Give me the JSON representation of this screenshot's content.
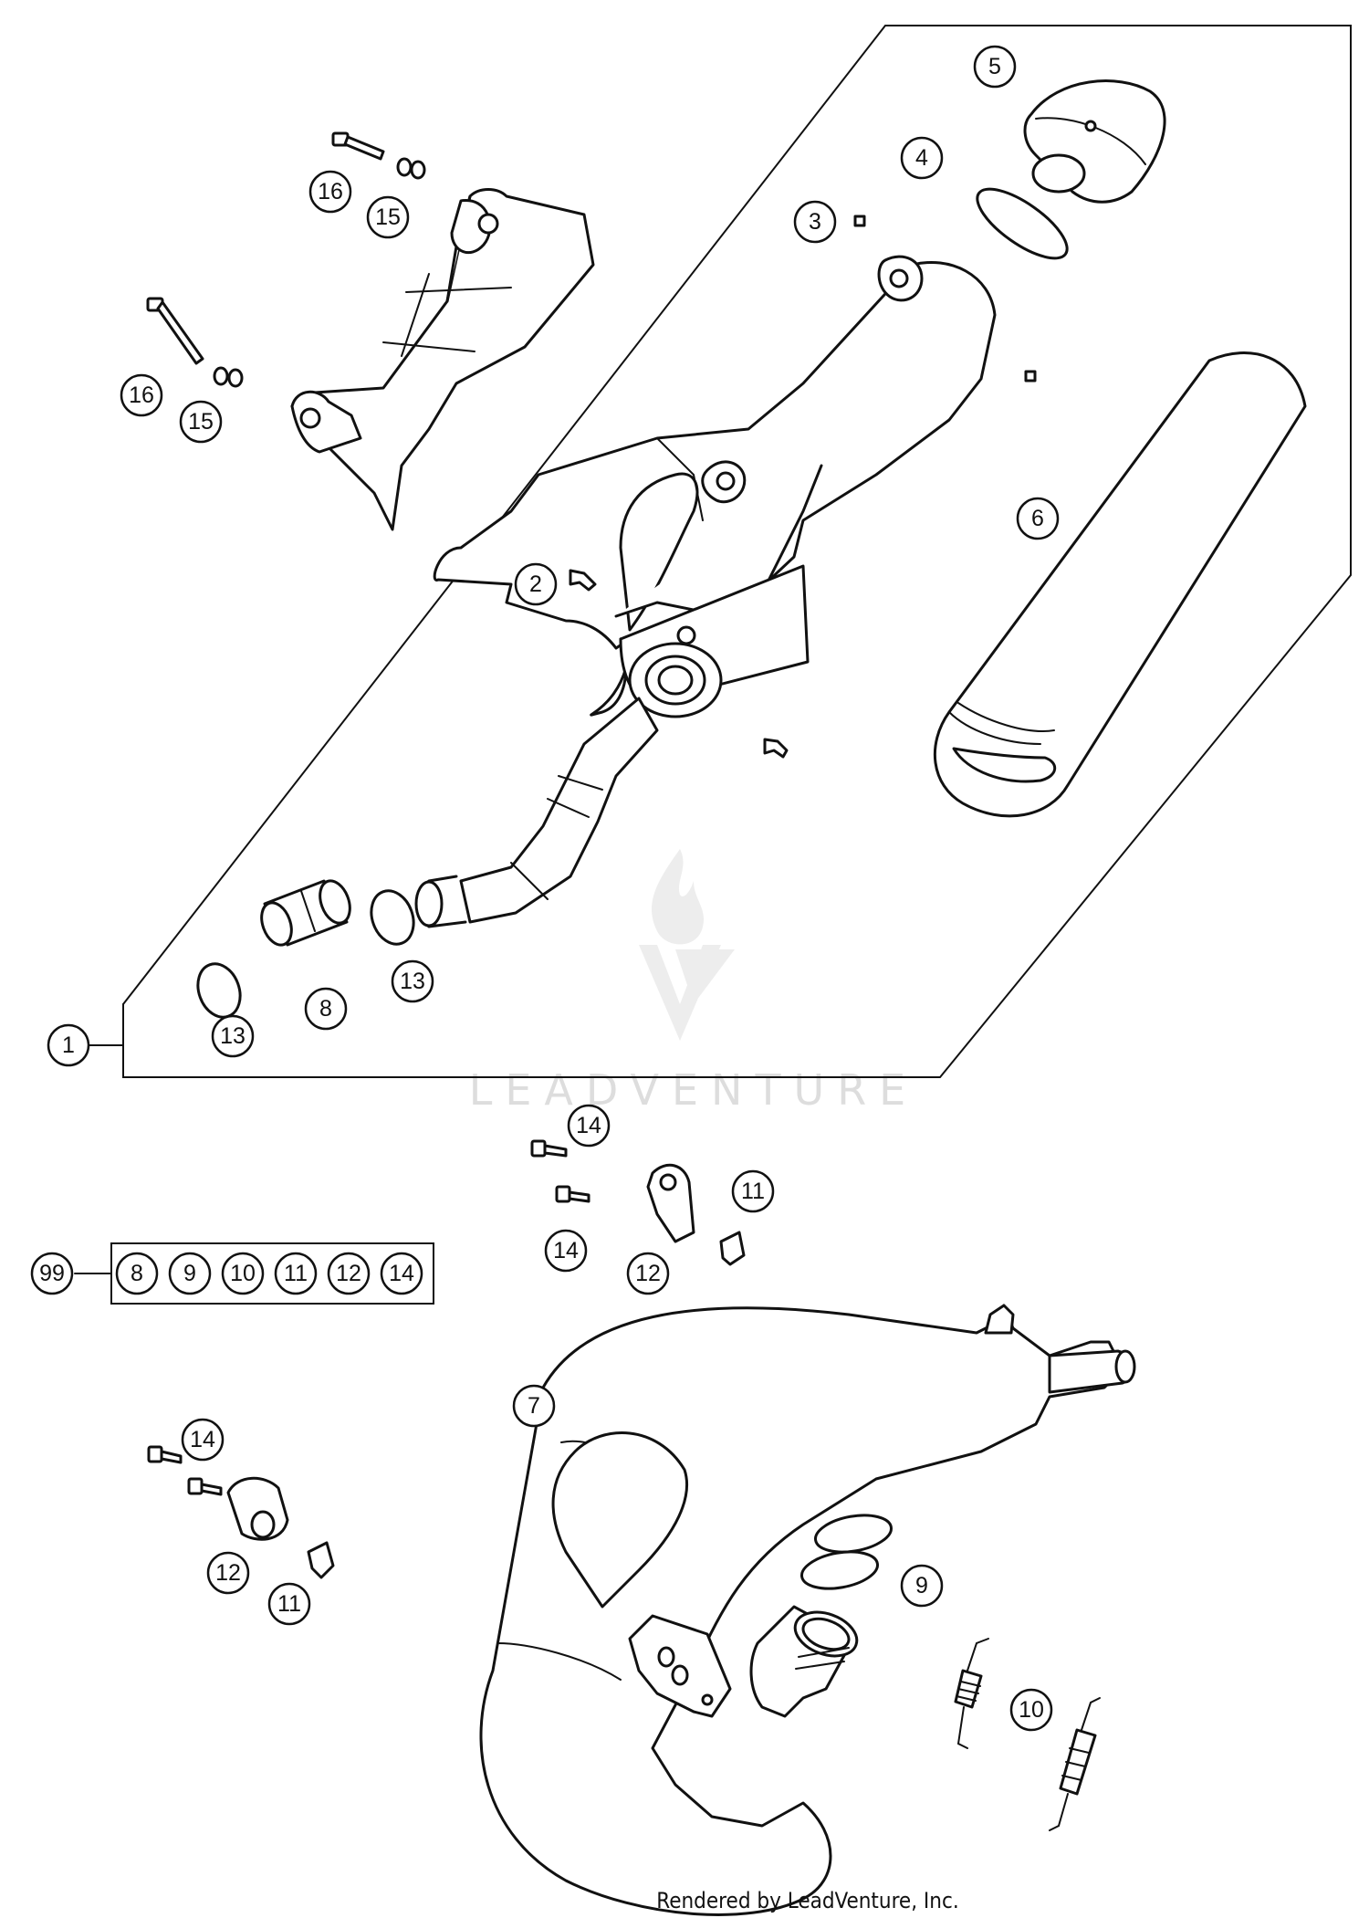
{
  "callouts": {
    "c1": "1",
    "c2": "2",
    "c3": "3",
    "c4": "4",
    "c5": "5",
    "c6": "6",
    "c7": "7",
    "c8": "8",
    "c9": "9",
    "c10": "10",
    "c11a": "11",
    "c11b": "11",
    "c12a": "12",
    "c12b": "12",
    "c13a": "13",
    "c13b": "13",
    "c14a": "14",
    "c14b": "14",
    "c14c": "14",
    "c15a": "15",
    "c15b": "15",
    "c16a": "16",
    "c16b": "16",
    "c99": "99"
  },
  "kit": {
    "items": [
      "8",
      "9",
      "10",
      "11",
      "12",
      "14"
    ]
  },
  "watermark": "LEADVENTURE",
  "footer": "Rendered by LeadVenture, Inc."
}
